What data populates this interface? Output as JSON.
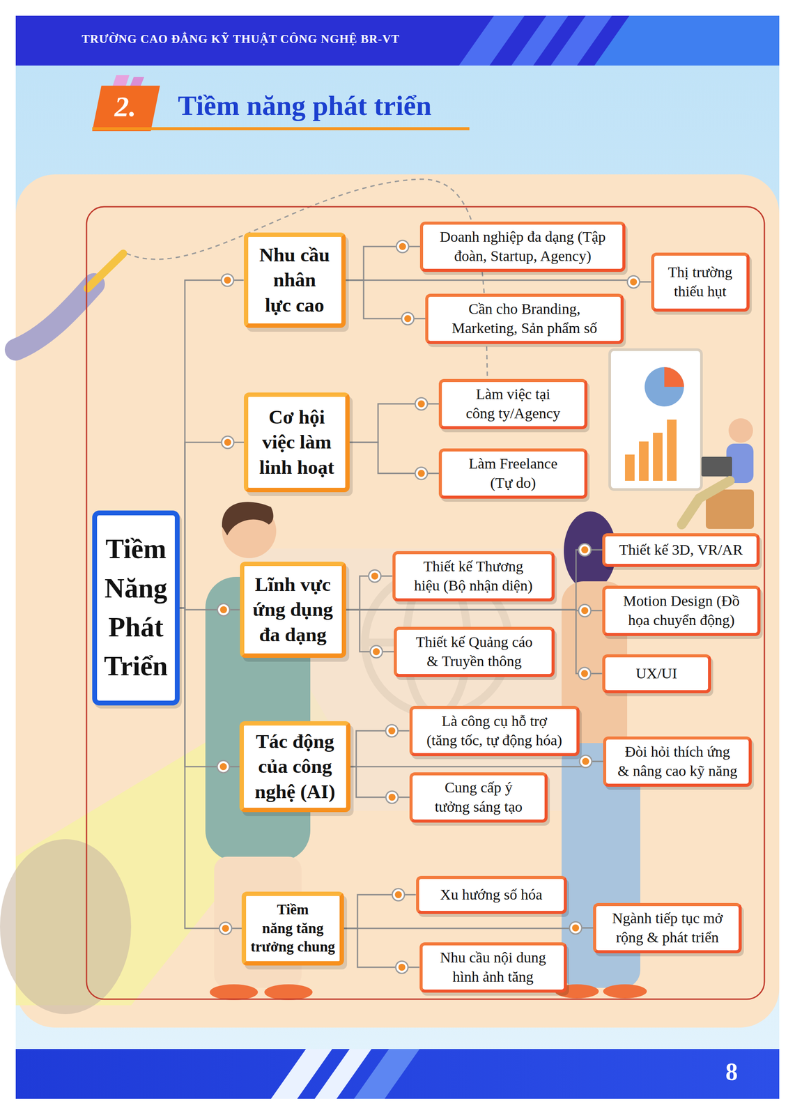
{
  "diagram": {
    "title": "Tiềm năng phát triển",
    "nodes": [
      {
        "text": [
          "Tiềm Năng Phát Triển"
        ]
      },
      {
        "text": [
          "Nhu cầu nhân lực cao"
        ]
      },
      {
        "text": [
          "Cơ hội việc làm linh hoạt"
        ]
      },
      {
        "text": [
          "Lĩnh vực ứng dụng đa dạng"
        ]
      },
      {
        "text": [
          "Tác động của công nghệ (AI)"
        ]
      },
      {
        "text": [
          "Tiềm năng tăng trưởng chung"
        ]
      },
      {
        "text": [
          "Doanh nghiệp đa dạng (Tập đoàn, Startup, Agency)"
        ]
      },
      {
        "text": [
          "Cần cho Branding, Marketing, Sản phẩm số"
        ]
      },
      {
        "text": [
          "Thị trường thiếu hụt"
        ]
      },
      {
        "text": [
          "Làm việc tại công ty/Agency"
        ]
      },
      {
        "text": [
          "Làm Freelance (Tự do)"
        ]
      },
      {
        "text": [
          "Thiết kế Thương hiệu (Bộ nhận diện)"
        ]
      },
      {
        "text": [
          "Thiết kế Quảng cáo & Truyền thông"
        ]
      },
      {
        "text": [
          "Thiết kế 3D, VR/AR"
        ]
      },
      {
        "text": [
          "Motion Design (Đồ họa chuyển động)"
        ]
      },
      {
        "text": [
          "UX/UI"
        ]
      },
      {
        "text": [
          "Là công cụ hỗ trợ (tăng tốc, tự động hóa)"
        ]
      },
      {
        "text": [
          "Cung cấp ý tưởng sáng tạo"
        ]
      },
      {
        "text": [
          "Đòi hỏi thích ứng & nâng cao kỹ năng"
        ]
      },
      {
        "text": [
          "Xu hướng số hóa"
        ]
      },
      {
        "text": [
          "Nhu cầu nội dung hình ảnh tăng"
        ]
      },
      {
        "text": [
          "Ngành tiếp tục mở rộng & phát triển"
        ]
      }
    ],
    "edges": [
      {
        "from": 0,
        "to": 1,
        "arrow": "none"
      },
      {
        "from": 0,
        "to": 2,
        "arrow": "none"
      },
      {
        "from": 0,
        "to": 3,
        "arrow": "none"
      },
      {
        "from": 0,
        "to": 4,
        "arrow": "none"
      },
      {
        "from": 0,
        "to": 5,
        "arrow": "none"
      },
      {
        "from": 1,
        "to": 6,
        "arrow": "none"
      },
      {
        "from": 1,
        "to": 7,
        "arrow": "none"
      },
      {
        "from": 1,
        "to": 8,
        "arrow": "none"
      },
      {
        "from": 2,
        "to": 9,
        "arrow": "none"
      },
      {
        "from": 2,
        "to": 10,
        "arrow": "none"
      },
      {
        "from": 3,
        "to": 11,
        "arrow": "none"
      },
      {
        "from": 3,
        "to": 12,
        "arrow": "none"
      },
      {
        "from": 3,
        "to": 13,
        "arrow": "none"
      },
      {
        "from": 3,
        "to": 14,
        "arrow": "none"
      },
      {
        "from": 3,
        "to": 15,
        "arrow": "none"
      },
      {
        "from": 4,
        "to": 16,
        "arrow": "none"
      },
      {
        "from": 4,
        "to": 17,
        "arrow": "none"
      },
      {
        "from": 4,
        "to": 18,
        "arrow": "none"
      },
      {
        "from": 5,
        "to": 19,
        "arrow": "none"
      },
      {
        "from": 5,
        "to": 20,
        "arrow": "none"
      },
      {
        "from": 5,
        "to": 21,
        "arrow": "none"
      }
    ],
    "labels": [
      "TRƯỜNG CAO ĐẲNG KỸ THUẬT CÔNG NGHỆ BR-VT",
      "2.",
      "8"
    ]
  }
}
